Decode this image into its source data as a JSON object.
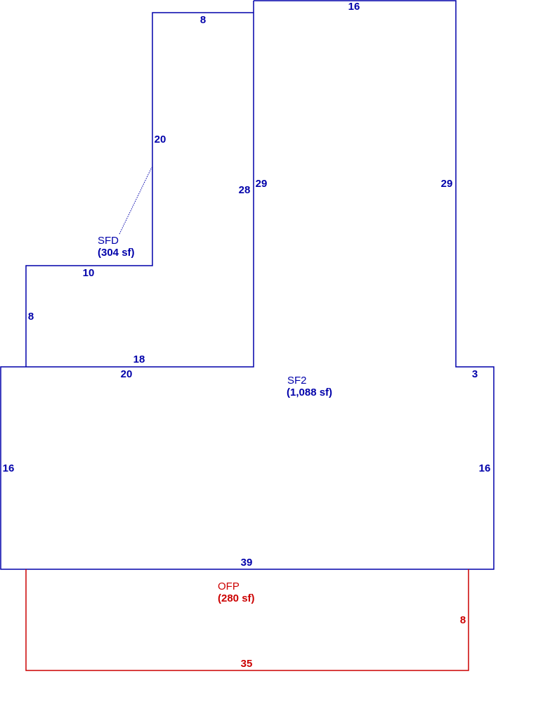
{
  "colors": {
    "living": "#0000aa",
    "porch": "#cc0000",
    "background": "#ffffff"
  },
  "areas": {
    "sfd": {
      "name": "SFD",
      "size": "(304 sf)"
    },
    "sf2": {
      "name": "SF2",
      "size": "(1,088 sf)"
    },
    "ofp": {
      "name": "OFP",
      "size": "(280 sf)"
    }
  },
  "dimensions": {
    "sf2_top": "16",
    "sf2_left_upper": "29",
    "sf2_right_upper": "29",
    "sf2_step_right": "3",
    "sf2_right_lower": "16",
    "sf2_left_lower": "16",
    "sf2_bottom": "39",
    "sf2_step_left": "20",
    "sfd_top": "8",
    "sfd_upper_left": "20",
    "sfd_right": "28",
    "sfd_mid_ledge": "10",
    "sfd_lower_left": "8",
    "sfd_bottom": "18",
    "ofp_right": "8",
    "ofp_bottom": "35"
  }
}
